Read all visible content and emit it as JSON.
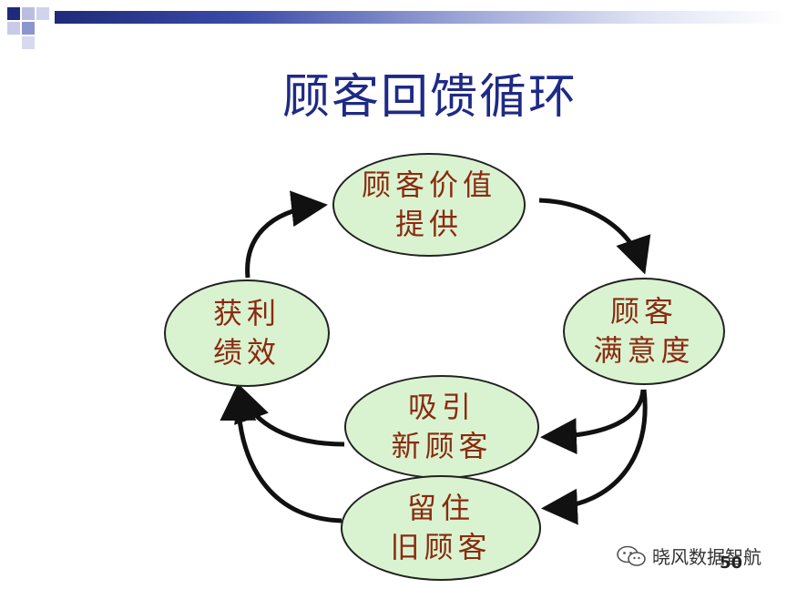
{
  "title": "顾客回馈循环",
  "nodes": {
    "value": {
      "line1": "顾客价值",
      "line2": "提供"
    },
    "satisfaction": {
      "line1": "顾客",
      "line2": "满意度"
    },
    "attract": {
      "line1": "吸引",
      "line2": "新顾客"
    },
    "retain": {
      "line1": "留住",
      "line2": "旧顾客"
    },
    "profit": {
      "line1": "获利",
      "line2": "绩效"
    }
  },
  "footer": {
    "watermark": "晓风数据智航",
    "page_number": "50"
  },
  "colors": {
    "node_fill": "#d9f3d0",
    "node_text": "#8a2a10",
    "title": "#1e2a86",
    "header_bar": "#1f2a7a"
  }
}
